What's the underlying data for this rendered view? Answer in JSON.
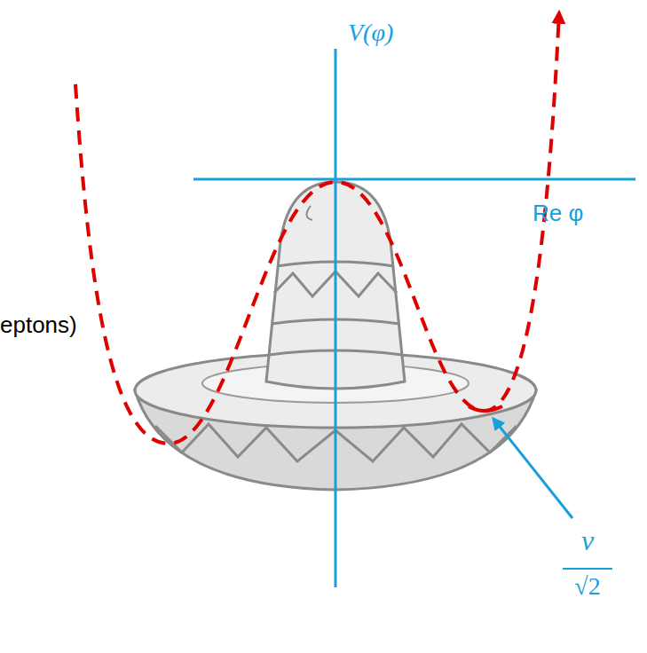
{
  "diagram": {
    "labels": [
      "V(φ)",
      "Re φ",
      "v",
      "√2",
      "eptons)"
    ]
  }
}
